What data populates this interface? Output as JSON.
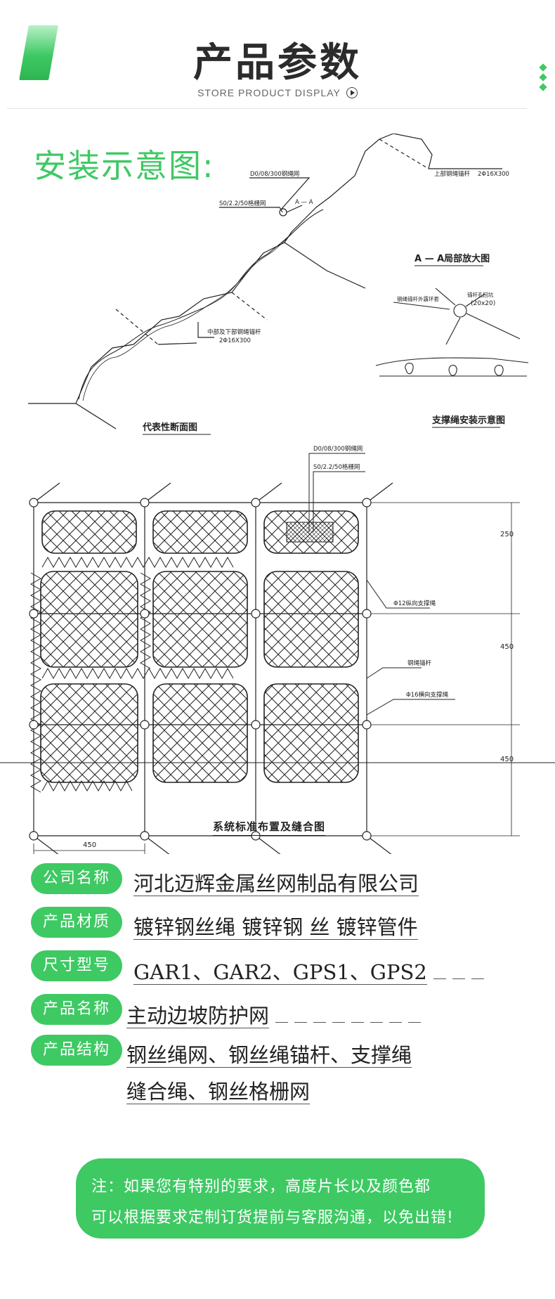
{
  "header": {
    "title": "产品参数",
    "subtitle": "STORE PRODUCT DISPLAY"
  },
  "install": {
    "title": "安装示意图:"
  },
  "diagram": {
    "cross_section": {
      "label_d0": "D0/08/300钢绳网",
      "label_s0": "S0/2.2/50格栅网",
      "label_aa": "A — A",
      "label_top_anchor": "上部钢绳锚杆",
      "label_top_anchor_spec": "2Φ16X300",
      "label_mid_anchor": "中部及下部钢绳锚杆",
      "label_mid_anchor_spec": "2Φ16X300",
      "caption": "代表性断面图"
    },
    "detail": {
      "title": "A — A局部放大图",
      "label_rope": "钢绳锚杆外露环套",
      "label_hole": "锚杆孔回坑",
      "label_hole_size": "(20x20)",
      "caption": "支撑绳安装示意图"
    },
    "layout": {
      "label_d0": "D0/08/300钢绳网",
      "label_s0": "S0/2.2/50格栅网",
      "label_vert_rope": "Φ12纵向支撑绳",
      "label_anchor": "钢绳锚杆",
      "label_horiz_rope": "Φ16横向支撑绳",
      "dim_250": "250",
      "dim_450a": "450",
      "dim_450b": "450",
      "dim_450_bottom": "450",
      "caption": "系统标准布置及缝合图"
    }
  },
  "params": [
    {
      "label": "公司名称",
      "value": "河北迈辉金属丝网制品有限公司"
    },
    {
      "label": "产品材质",
      "value": "镀锌钢丝绳  镀锌钢 丝  镀锌管件"
    },
    {
      "label": "尺寸型号",
      "value": "GAR1、GAR2、GPS1、GPS2"
    },
    {
      "label": "产品名称",
      "value": "主动边坡防护网"
    },
    {
      "label": "产品结构",
      "value": "钢丝绳网、钢丝绳锚杆、支撑绳",
      "value2": "缝合绳、钢丝格栅网"
    }
  ],
  "note": {
    "line1": "注：如果您有特别的要求，高度片长以及颜色都",
    "line2": "可以根据要求定制订货提前与客服沟通，以免出错!"
  },
  "colors": {
    "accent": "#3ec963",
    "text": "#222222"
  }
}
